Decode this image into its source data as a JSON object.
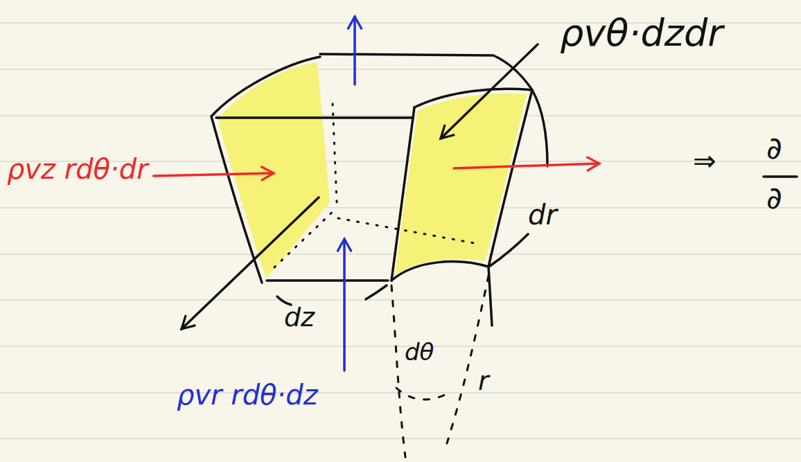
{
  "diagram": {
    "labels": [
      "ρvθ·dzdr",
      "ρvz rdθ·dr",
      "ρvr rdθ·dz",
      "dr",
      "dz",
      "dθ",
      "r",
      "⇒",
      "∂",
      "∂"
    ]
  }
}
